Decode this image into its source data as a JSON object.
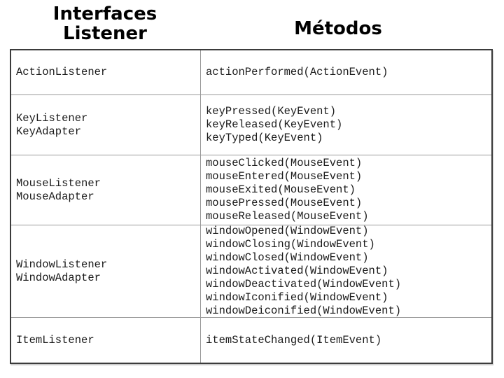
{
  "slide": {
    "header": {
      "left_title": [
        "Interfaces",
        "Listener"
      ],
      "right_title": "Métodos"
    },
    "table": {
      "column_semantics": [
        "interfaces_listener",
        "metodos"
      ],
      "rows": [
        {
          "interfaces": [
            "ActionListener"
          ],
          "methods": [
            "actionPerformed(ActionEvent)"
          ]
        },
        {
          "interfaces": [
            "KeyListener",
            "KeyAdapter"
          ],
          "methods": [
            "keyPressed(KeyEvent)",
            "keyReleased(KeyEvent)",
            "keyTyped(KeyEvent)"
          ]
        },
        {
          "interfaces": [
            "MouseListener",
            "MouseAdapter"
          ],
          "methods": [
            "mouseClicked(MouseEvent)",
            "mouseEntered(MouseEvent)",
            "mouseExited(MouseEvent)",
            "mousePressed(MouseEvent)",
            "mouseReleased(MouseEvent)"
          ]
        },
        {
          "interfaces": [
            "WindowListener",
            "WindowAdapter"
          ],
          "methods": [
            "windowOpened(WindowEvent)",
            "windowClosing(WindowEvent)",
            "windowClosed(WindowEvent)",
            "windowActivated(WindowEvent)",
            "windowDeactivated(WindowEvent)",
            "windowIconified(WindowEvent)",
            "windowDeiconified(WindowEvent)"
          ]
        },
        {
          "interfaces": [
            "ItemListener"
          ],
          "methods": [
            "itemStateChanged(ItemEvent)"
          ]
        }
      ]
    },
    "colors": {
      "background": "#ffffff",
      "title_text": "#000000",
      "table_text": "#1a1a1a",
      "outer_border": "#3b3b3b",
      "grid_line": "#999999"
    }
  }
}
